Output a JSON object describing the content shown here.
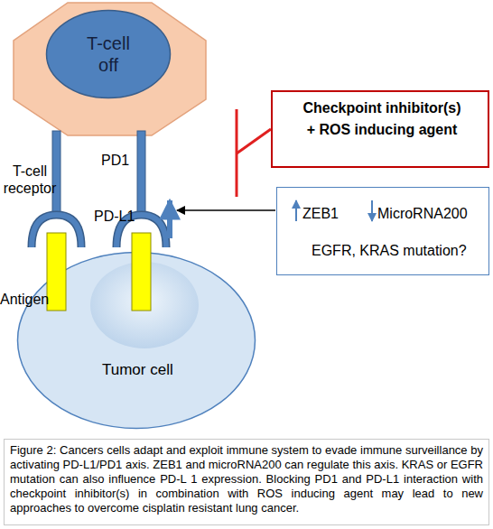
{
  "diagram": {
    "caption": "Figure 2: Cancers cells adapt and exploit immune system to evade immune surveillance by activating PD-L1/PD1 axis. ZEB1 and microRNA200 can regulate this axis. KRAS or EGFR mutation can also influence PD-L 1 expression. Blocking PD1 and PD-L1 interaction with checkpoint inhibitor(s) in combination with ROS inducing agent may lead to new approaches to overcome cisplatin resistant lung cancer.",
    "nodes": [
      {
        "text": [
          "T-cell off"
        ]
      },
      {
        "text": [
          "Checkpoint inhibitor(s) + ROS inducing agent"
        ]
      },
      {
        "text": [
          "ZEB1",
          "MicroRNA200",
          "EGFR, KRAS mutation?"
        ]
      },
      {
        "text": [
          "Tumor cell"
        ]
      }
    ],
    "labels": [
      "T-cell receptor",
      "PD1",
      "Antigen",
      "PD-L1"
    ]
  }
}
